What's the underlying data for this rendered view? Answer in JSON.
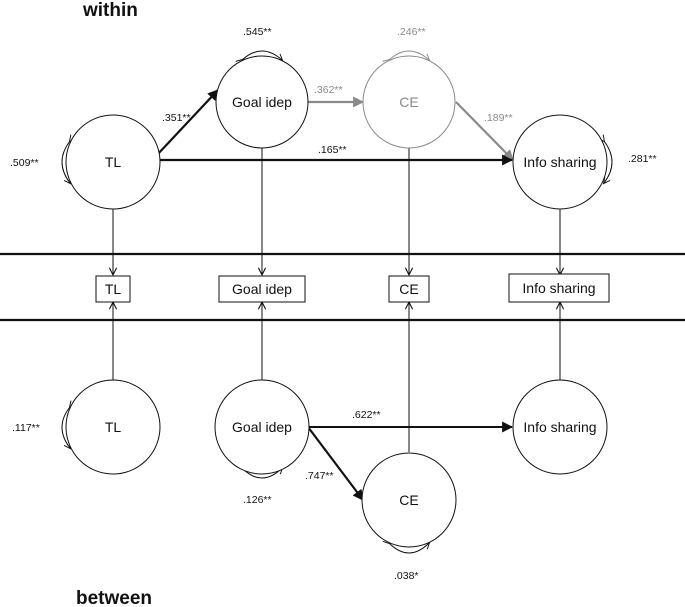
{
  "levels": {
    "within": "within",
    "between": "between"
  },
  "nodes": {
    "w_tl": "TL",
    "w_goal": "Goal idep",
    "w_ce": "CE",
    "w_info": "Info sharing",
    "m_tl": "TL",
    "m_goal": "Goal idep",
    "m_ce": "CE",
    "m_info": "Info sharing",
    "b_tl": "TL",
    "b_goal": "Goal idep",
    "b_ce": "CE",
    "b_info": "Info sharing"
  },
  "coefficients": {
    "w_tl_goal": ".351**",
    "w_goal_ce": ".362**",
    "w_ce_info": ".189**",
    "w_tl_info": ".165**",
    "w_tl_var": ".509**",
    "w_goal_var": ".545**",
    "w_ce_var": ".246**",
    "w_info_var": ".281**",
    "b_goal_info": ".622**",
    "b_goal_ce": ".747**",
    "b_tl_var": ".117**",
    "b_goal_var": ".126**",
    "b_ce_var": ".038*"
  },
  "colors": {
    "dark": "#111111",
    "gray": "#8a8a8a",
    "background": "#ffffff"
  }
}
